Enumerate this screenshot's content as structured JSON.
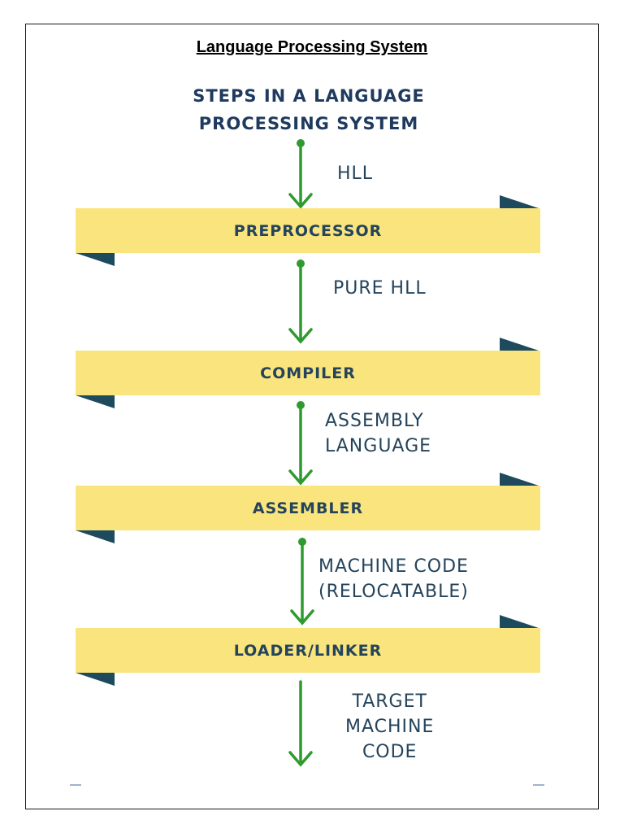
{
  "document": {
    "title": "Language Processing System"
  },
  "diagram": {
    "heading_line1": "STEPS  IN A LANGUAGE",
    "heading_line2": "PROCESSING SYSTEM",
    "steps": [
      {
        "label": "PREPROCESSOR"
      },
      {
        "label": "COMPILER"
      },
      {
        "label": "ASSEMBLER"
      },
      {
        "label": "LOADER/LINKER"
      }
    ],
    "flows": [
      {
        "line1": "HLL",
        "line2": "",
        "line3": ""
      },
      {
        "line1": "PURE HLL",
        "line2": "",
        "line3": ""
      },
      {
        "line1": "ASSEMBLY",
        "line2": "LANGUAGE",
        "line3": ""
      },
      {
        "line1": "MACHINE CODE",
        "line2": "(RELOCATABLE)",
        "line3": ""
      },
      {
        "line1": "TARGET",
        "line2": "MACHINE",
        "line3": "CODE"
      }
    ],
    "colors": {
      "band": "#fae47d",
      "flag": "#1e4a5e",
      "arrow": "#2f9a2f",
      "text": "#24445c",
      "heading": "#1f3a5f"
    }
  }
}
